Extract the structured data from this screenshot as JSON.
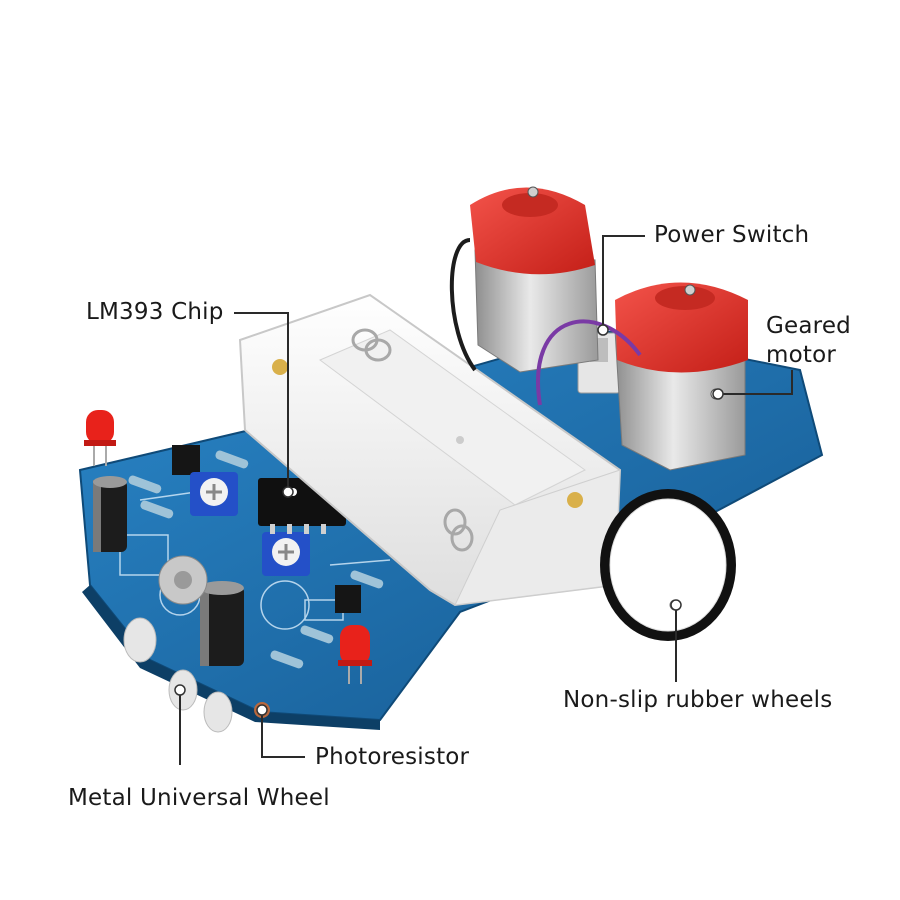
{
  "labels": {
    "power_switch": "Power Switch",
    "lm393_chip": "LM393 Chip",
    "geared_motor_line1": "Geared",
    "geared_motor_line2": "motor",
    "rubber_wheels": "Non-slip rubber wheels",
    "photoresistor": "Photoresistor",
    "universal_wheel": "Metal Universal Wheel"
  },
  "colors": {
    "pcb": "#1f6fae",
    "motor_cap": "#e0302a",
    "battery_box": "#f7f7f7",
    "led": "#e8221b",
    "wheel_tire": "#111111",
    "leader_line": "#2a2a2a"
  }
}
